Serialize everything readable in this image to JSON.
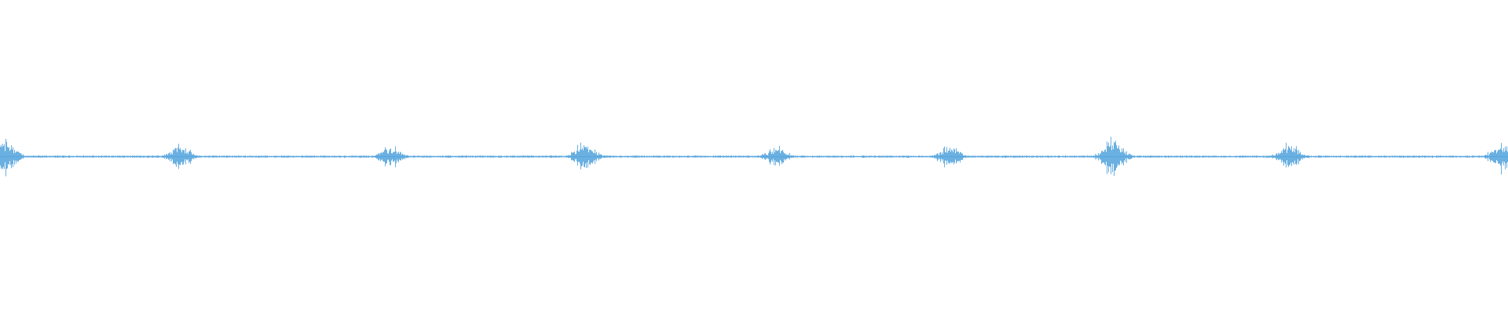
{
  "waveform": {
    "color": "#5aa7de",
    "background": "#ffffff",
    "bursts": [
      {
        "position": 0.004,
        "amplitude": 0.135
      },
      {
        "position": 0.119,
        "amplitude": 0.1
      },
      {
        "position": 0.259,
        "amplitude": 0.085
      },
      {
        "position": 0.388,
        "amplitude": 0.115
      },
      {
        "position": 0.515,
        "amplitude": 0.075
      },
      {
        "position": 0.63,
        "amplitude": 0.095
      },
      {
        "position": 0.738,
        "amplitude": 0.17
      },
      {
        "position": 0.855,
        "amplitude": 0.1
      },
      {
        "position": 0.996,
        "amplitude": 0.12
      }
    ],
    "noise_floor": 0.008
  }
}
